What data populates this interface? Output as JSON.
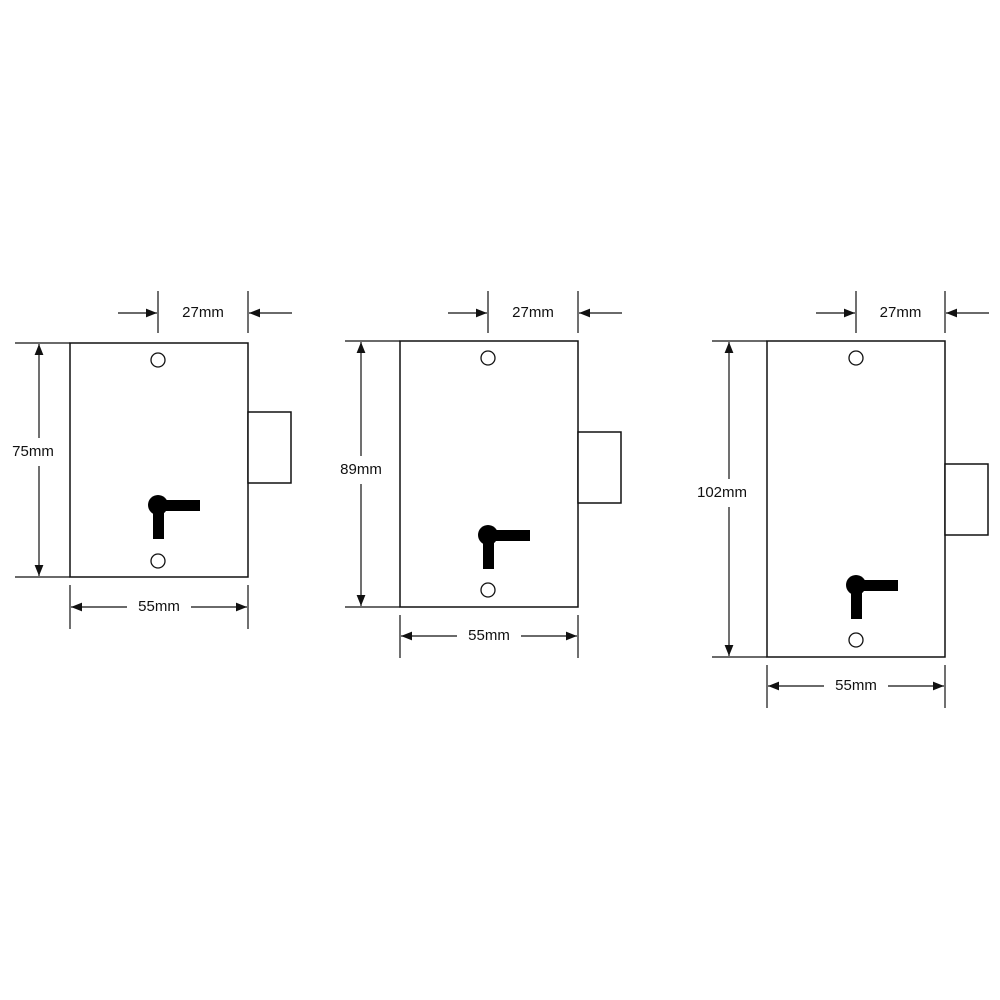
{
  "colors": {
    "background": "#ffffff",
    "line": "#111111",
    "key_symbol": "#000000"
  },
  "locks": [
    {
      "name": "lock-75",
      "height_label": "75mm",
      "width_label": "55mm",
      "backset_label": "27mm",
      "keyhole_icon": "keyhole-symbol-icon"
    },
    {
      "name": "lock-89",
      "height_label": "89mm",
      "width_label": "55mm",
      "backset_label": "27mm",
      "keyhole_icon": "keyhole-symbol-icon"
    },
    {
      "name": "lock-102",
      "height_label": "102mm",
      "width_label": "55mm",
      "backset_label": "27mm",
      "keyhole_icon": "keyhole-symbol-icon"
    }
  ]
}
